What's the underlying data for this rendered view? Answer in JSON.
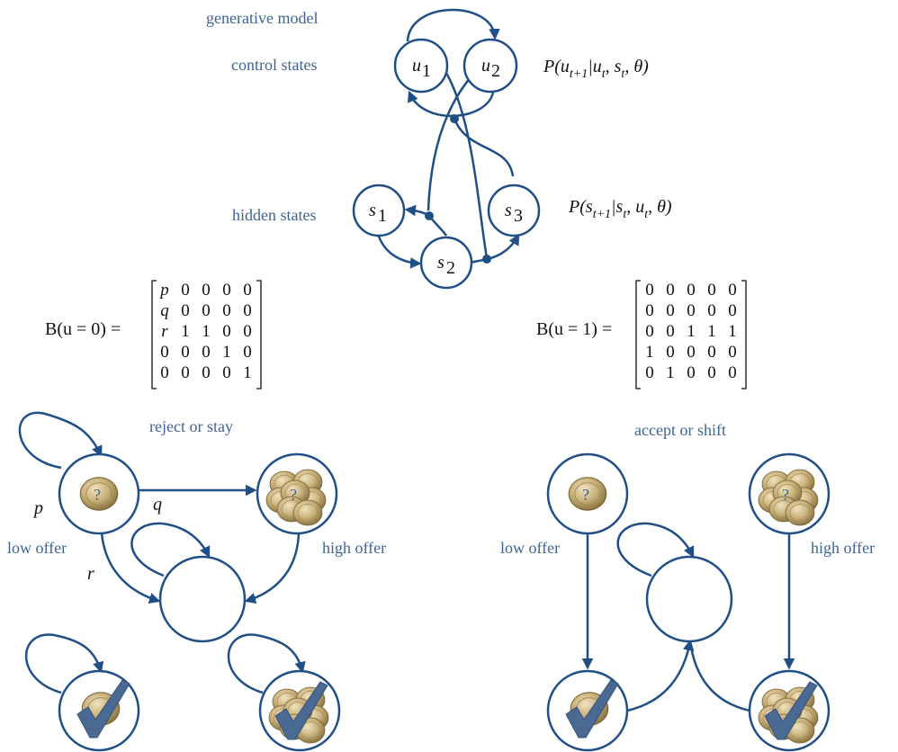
{
  "labels": {
    "generative_model": "generative model",
    "control_states": "control states",
    "hidden_states": "hidden states",
    "reject_or_stay": "reject or stay",
    "accept_or_shift": "accept or shift",
    "low_offer_left": "low offer",
    "high_offer_left": "high offer",
    "low_offer_right": "low offer",
    "high_offer_right": "high offer",
    "p": "p",
    "q": "q",
    "r": "r",
    "question_mark": "?"
  },
  "nodes": {
    "u1": {
      "base": "u",
      "sub": "1"
    },
    "u2": {
      "base": "u",
      "sub": "2"
    },
    "s1": {
      "base": "s",
      "sub": "1"
    },
    "s2": {
      "base": "s",
      "sub": "2"
    },
    "s3": {
      "base": "s",
      "sub": "3"
    }
  },
  "equations": {
    "control": {
      "P": "P(",
      "u": "u",
      "t1": "t+1",
      "bar": "|u",
      "t_a": "t",
      "comma_s": ", s",
      "t_b": "t",
      "tail": ", θ)"
    },
    "hidden": {
      "P": "P(",
      "s": "s",
      "t1": "t+1",
      "bar": "|s",
      "t_a": "t",
      "comma_u": ", u",
      "t_b": "t",
      "tail": ", θ)"
    }
  },
  "matrices": {
    "B0": {
      "label": "B(u = 0) =",
      "rows": [
        [
          "p",
          "0",
          "0",
          "0",
          "0"
        ],
        [
          "q",
          "0",
          "0",
          "0",
          "0"
        ],
        [
          "r",
          "1",
          "1",
          "0",
          "0"
        ],
        [
          "0",
          "0",
          "0",
          "1",
          "0"
        ],
        [
          "0",
          "0",
          "0",
          "0",
          "1"
        ]
      ]
    },
    "B1": {
      "label": "B(u = 1) =",
      "rows": [
        [
          "0",
          "0",
          "0",
          "0",
          "0"
        ],
        [
          "0",
          "0",
          "0",
          "0",
          "0"
        ],
        [
          "0",
          "0",
          "1",
          "1",
          "1"
        ],
        [
          "1",
          "0",
          "0",
          "0",
          "0"
        ],
        [
          "0",
          "1",
          "0",
          "0",
          "0"
        ]
      ]
    }
  },
  "colors": {
    "edge": "#1f4f86",
    "label": "#3f6491",
    "check": "#4a6a94",
    "coin_gold": "#c9b07a"
  }
}
